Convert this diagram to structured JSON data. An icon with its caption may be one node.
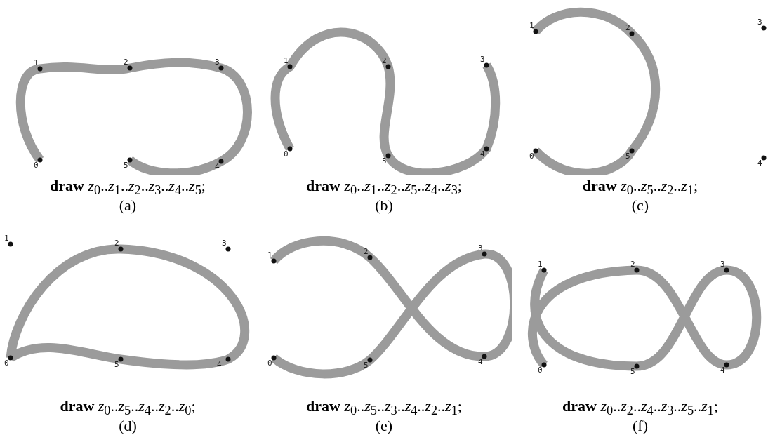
{
  "diagram": {
    "labels": [
      "1",
      "2",
      "3",
      "0",
      "5",
      "4",
      "**draw** *z*$_{0}$..*z*$_{1}$..*z*$_{2}$..*z*$_{3}$..*z*$_{4}$..*z*$_{5}$;",
      "(a)",
      "1",
      "2",
      "3",
      "0",
      "5",
      "4",
      "**draw** *z*$_{0}$..*z*$_{1}$..*z*$_{2}$..*z*$_{5}$..*z*$_{4}$..*z*$_{3}$;",
      "(b)",
      "1",
      "2",
      "3",
      "0",
      "5",
      "4",
      "**draw** *z*$_{0}$..*z*$_{5}$..*z*$_{2}$..*z*$_{1}$;",
      "(c)",
      "1",
      "2",
      "3",
      "0",
      "5",
      "4",
      "**draw** *z*$_{0}$..*z*$_{5}$..*z*$_{4}$..*z*$_{2}$..*z*$_{0}$;",
      "(d)",
      "1",
      "2",
      "3",
      "0",
      "5",
      "4",
      "**draw** *z*$_{0}$..*z*$_{5}$..*z*$_{3}$..*z*$_{4}$..*z*$_{2}$..*z*$_{1}$;",
      "(e)",
      "1",
      "2",
      "3",
      "0",
      "5",
      "4",
      "**draw** *z*$_{0}$..*z*$_{2}$..*z*$_{4}$..*z*$_{3}$..*z*$_{5}$..*z*$_{1}$;",
      "(f)"
    ]
  }
}
